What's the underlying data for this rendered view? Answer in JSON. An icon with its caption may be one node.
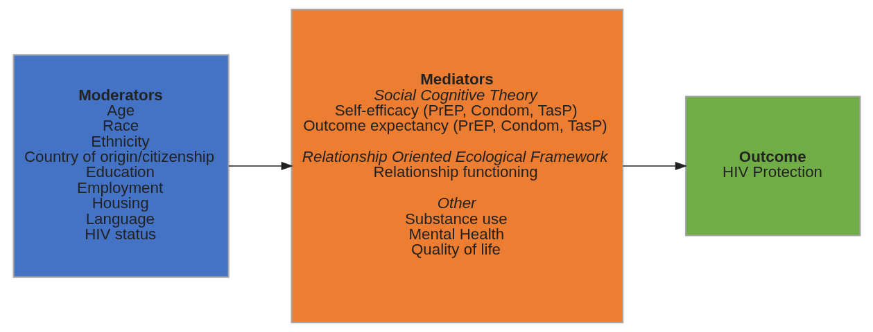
{
  "diagram": {
    "nodes": [
      {
        "text": [
          "Moderators",
          "Age",
          "Race",
          "Ethnicity",
          "Country of origin/citizenship",
          "Education",
          "Employment",
          "Housing",
          "Language",
          "HIV status"
        ]
      },
      {
        "text": [
          "Mediators",
          "Social Cognitive Theory",
          "Self-efficacy (PrEP, Condom, TasP)",
          "Outcome expectancy (PrEP, Condom, TasP)",
          "Relationship Oriented Ecological Framework",
          "Relationship functioning",
          "Other",
          "Substance use",
          "Mental Health",
          "Quality of life"
        ]
      },
      {
        "text": [
          "Outcome",
          "HIV Protection"
        ]
      }
    ],
    "edges": [
      {
        "from": 0,
        "to": 1,
        "arrow": "to"
      },
      {
        "from": 1,
        "to": 2,
        "arrow": "to"
      }
    ]
  }
}
